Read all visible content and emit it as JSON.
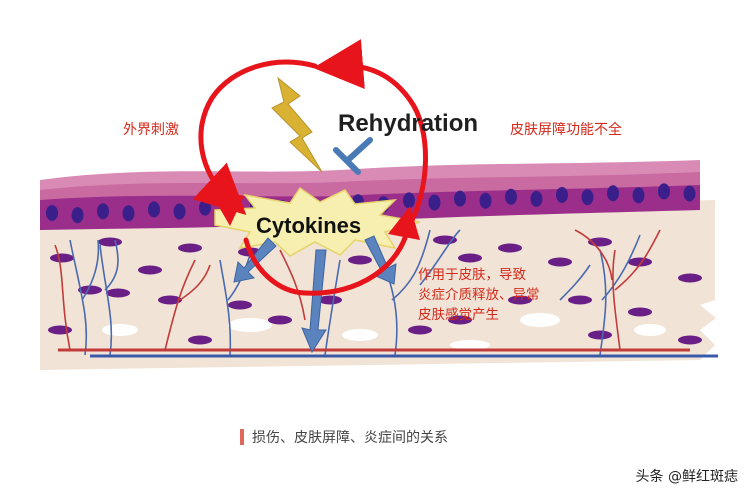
{
  "labels": {
    "rehydration": "Rehydration",
    "cytokines": "Cytokines",
    "external_stimulus": "外界刺激",
    "barrier_dysfunction": "皮肤屏障功能不全",
    "effect_lines": [
      "作用于皮肤，导致",
      "炎症介质释放、异常",
      "皮肤感觉产生"
    ]
  },
  "caption": "损伤、皮肤屏障、炎症间的关系",
  "watermark": "头条 @鲜红斑痣",
  "colors": {
    "cycle_arrow": "#e8141c",
    "lightning": "#d9b233",
    "inhibitor": "#4a7ab5",
    "down_arrow": "#5b84bf",
    "epidermis_top": "#c96aa0",
    "epidermis_cells": "#9a2e8a",
    "cell_nucleus": "#3a1f8a",
    "dermis": "#f1e4d6",
    "red_vessel": "#c23b3b",
    "blue_vessel": "#4a6ab0"
  },
  "icons": [
    "lightning-bolt-icon",
    "inhibitor-icon",
    "starburst-icon",
    "cycle-arrow-icon"
  ]
}
